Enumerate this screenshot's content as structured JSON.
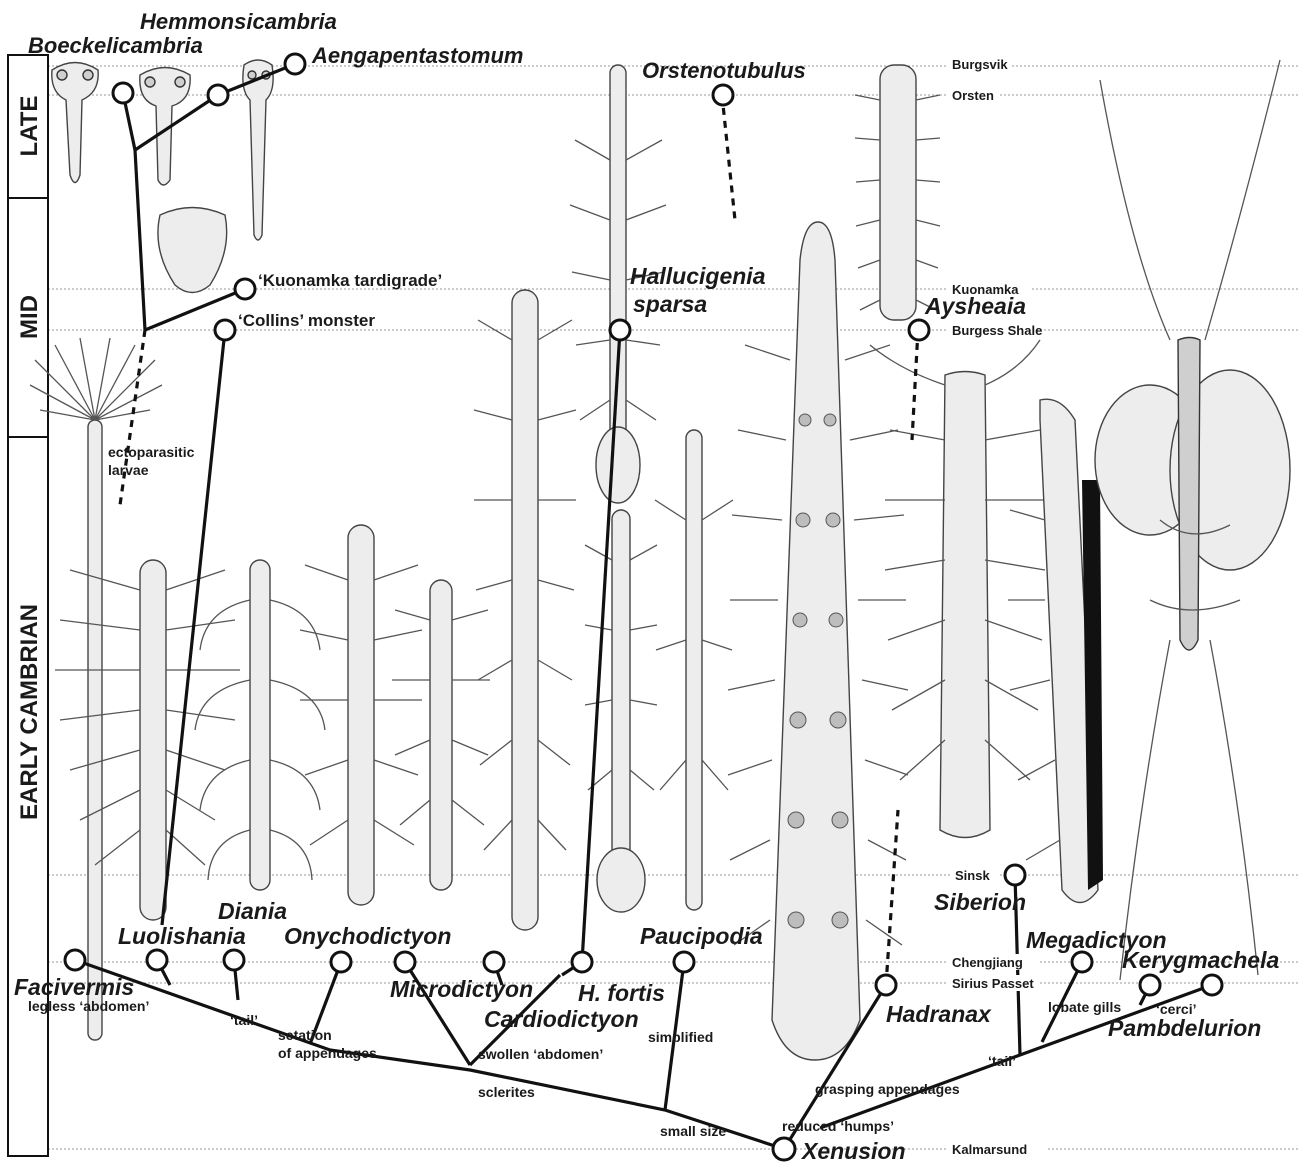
{
  "epochs": [
    {
      "label": "LATE"
    },
    {
      "label": "MID"
    },
    {
      "label": "EARLY CAMBRIAN"
    }
  ],
  "localities": [
    {
      "label": "Burgsvik"
    },
    {
      "label": "Orsten"
    },
    {
      "label": "Kuonamka"
    },
    {
      "label": "Burgess Shale"
    },
    {
      "label": "Sinsk"
    },
    {
      "label": "Chengjiang"
    },
    {
      "label": "Sirius Passet"
    },
    {
      "label": "Kalmarsund"
    }
  ],
  "taxa": [
    {
      "name": "Hemmonsicambria"
    },
    {
      "name": "Boeckelicambria"
    },
    {
      "name": "Aengapentastomum"
    },
    {
      "name": "Orstenotubulus"
    },
    {
      "name": "Hallucigenia"
    },
    {
      "name": "sparsa"
    },
    {
      "name": "Aysheaia"
    },
    {
      "name": "Siberion"
    },
    {
      "name": "Megadictyon"
    },
    {
      "name": "Kerygmachela"
    },
    {
      "name": "Pambdelurion"
    },
    {
      "name": "Hadranax"
    },
    {
      "name": "Xenusion"
    },
    {
      "name": "Facivermis"
    },
    {
      "name": "Luolishania"
    },
    {
      "name": "Diania"
    },
    {
      "name": "Onychodictyon"
    },
    {
      "name": "Microdictyon"
    },
    {
      "name": "H. fortis"
    },
    {
      "name": "Cardiodictyon"
    },
    {
      "name": "Paucipodia"
    }
  ],
  "plain_taxa": [
    {
      "name": "‘Kuonamka tardigrade’"
    },
    {
      "name": "‘Collins’ monster"
    }
  ],
  "characters": [
    {
      "label": "legless ‘abdomen’"
    },
    {
      "label": "‘tail’"
    },
    {
      "label": "setation"
    },
    {
      "label": "of appendages"
    },
    {
      "label": "swollen ‘abdomen’"
    },
    {
      "label": "sclerites"
    },
    {
      "label": "simplified"
    },
    {
      "label": "small size"
    },
    {
      "label": "reduced ‘humps’"
    },
    {
      "label": "grasping appendages"
    },
    {
      "label": "‘tail’"
    },
    {
      "label": "lobate gills"
    },
    {
      "label": "‘cerci’"
    },
    {
      "label": "ectoparasitic"
    },
    {
      "label": "larvae"
    }
  ]
}
